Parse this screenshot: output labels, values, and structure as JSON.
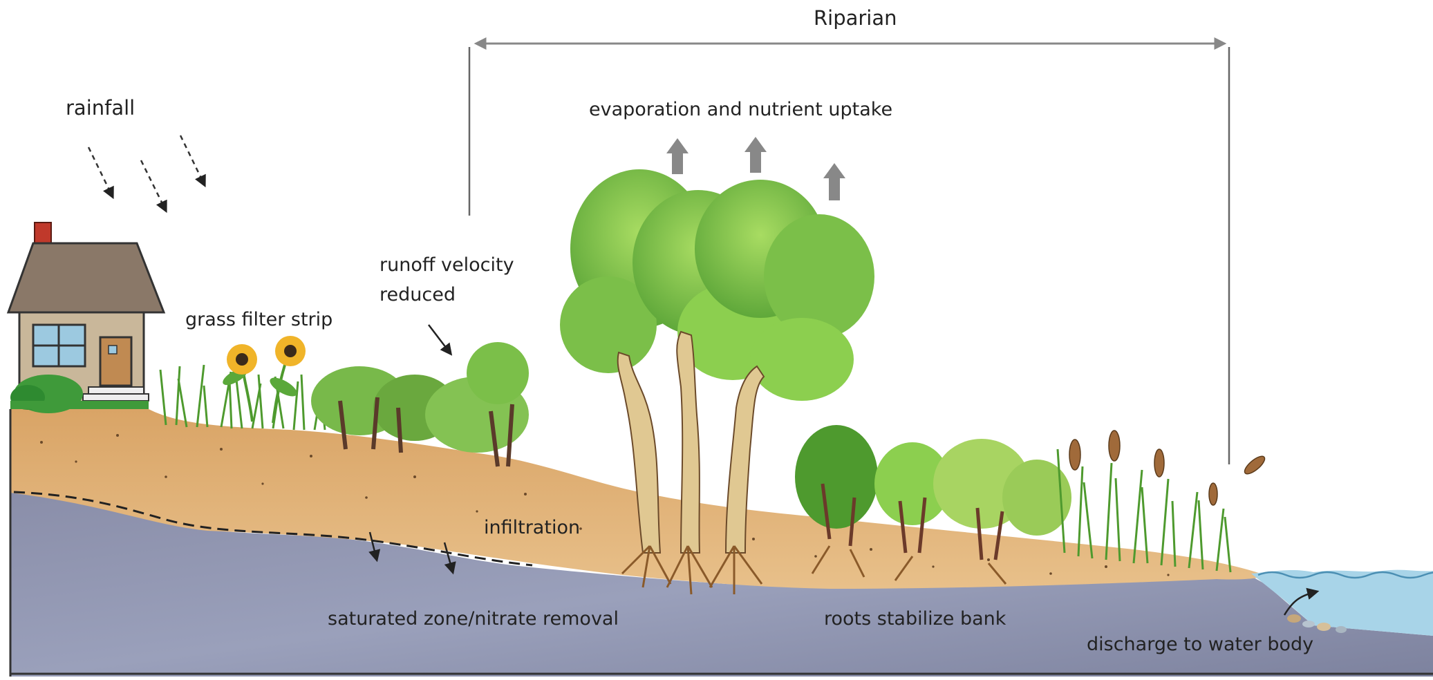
{
  "labels": {
    "riparian": "Riparian",
    "rainfall": "rainfall",
    "evaporation": "evaporation and nutrient uptake",
    "runoff_line1": "runoff velocity",
    "runoff_line2": "reduced",
    "grass_filter": "grass filter strip",
    "infiltration": "infiltration",
    "saturated_zone": "saturated zone/nitrate removal",
    "roots_stabilize": "roots stabilize bank",
    "discharge": "discharge to water body"
  },
  "colors": {
    "sky": "#ffffff",
    "topsoil": "#e2b47a",
    "subsoil": "#8e91ad",
    "water": "#a8d4e8",
    "grass": "#6fae3f",
    "tree_canopy": "#8ccf4f",
    "tree_trunk": "#d9c08a",
    "house_wall": "#c9b79a",
    "house_roof": "#8a7868",
    "chimney": "#c0392b",
    "arrow_gray": "#888888"
  },
  "icons": {
    "house": "house-icon",
    "sunflower": "sunflower-icon",
    "cattail": "cattail-icon",
    "rain_arrow": "dashed-arrow-icon",
    "up_arrow": "up-arrow-icon"
  }
}
